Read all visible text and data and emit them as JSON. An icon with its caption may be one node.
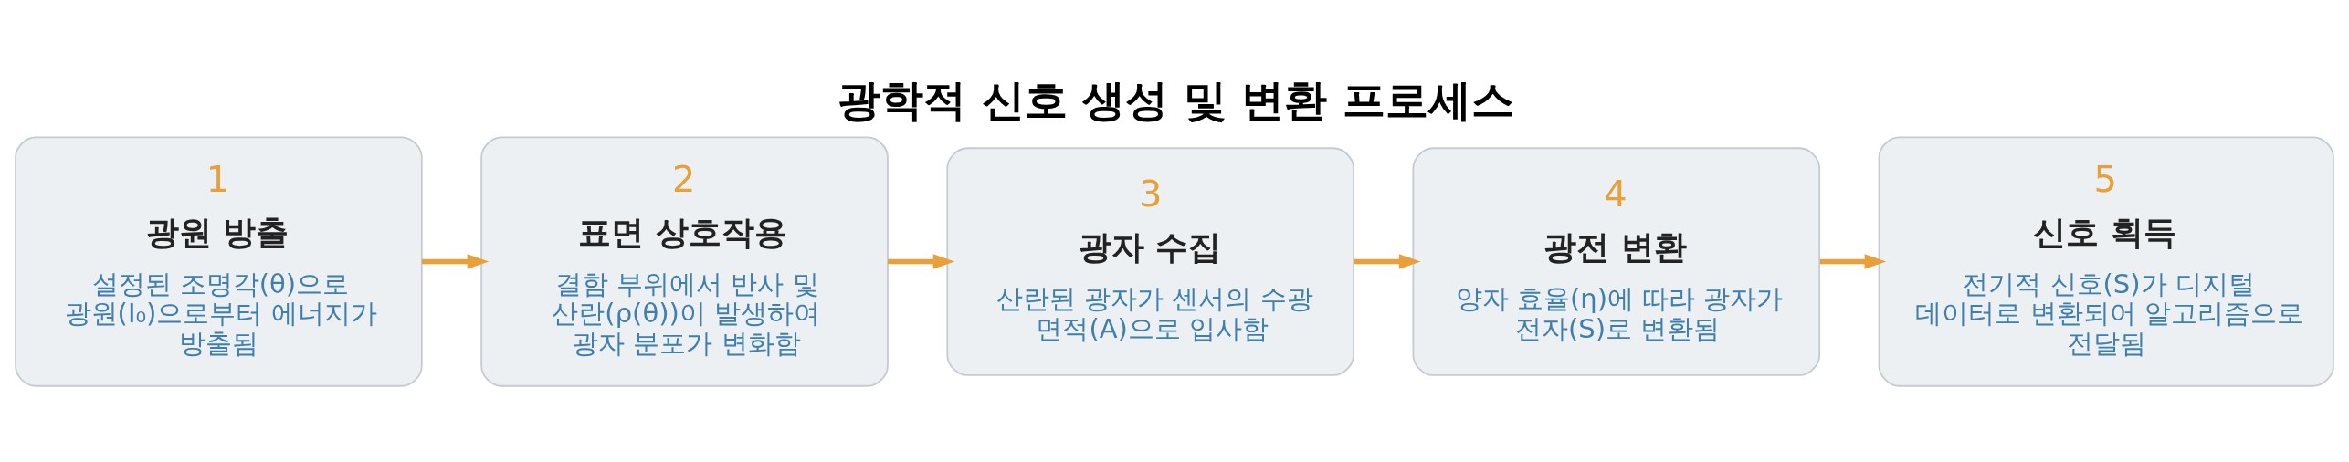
{
  "diagram": {
    "title": "광학적 신호 생성 및 변환 프로세스",
    "nodes": [
      {
        "text": [
          "1",
          "광원 방출",
          "설정된 조명각(θ)으로 광원(I₀)으로부터 에너지가 방출됨"
        ]
      },
      {
        "text": [
          "2",
          "표면 상호작용",
          "결함 부위에서 반사 및 산란(ρ(θ))이 발생하여 광자 분포가 변화함"
        ]
      },
      {
        "text": [
          "3",
          "광자 수집",
          "산란된 광자가 센서의 수광 면적(A)으로 입사함"
        ]
      },
      {
        "text": [
          "4",
          "광전 변환",
          "양자 효율(η)에 따라 광자가 전자(S)로 변환됨"
        ]
      },
      {
        "text": [
          "5",
          "신호 획득",
          "전기적 신호(S)가 디지털 데이터로 변환되어 알고리즘으로 전달됨"
        ]
      }
    ],
    "edges": [
      {
        "from": 0,
        "to": 1,
        "arrow": "to"
      },
      {
        "from": 1,
        "to": 2,
        "arrow": "to"
      },
      {
        "from": 2,
        "to": 3,
        "arrow": "to"
      },
      {
        "from": 3,
        "to": 4,
        "arrow": "to"
      }
    ]
  }
}
